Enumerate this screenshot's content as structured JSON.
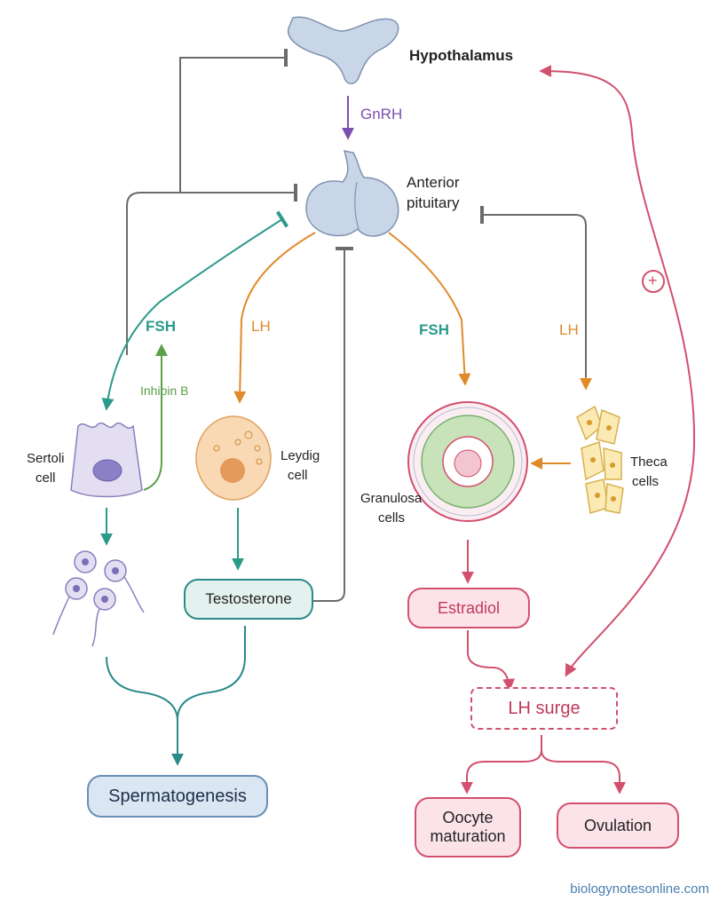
{
  "labels": {
    "hypothalamus": "Hypothalamus",
    "anterior_pituitary_line1": "Anterior",
    "anterior_pituitary_line2": "pituitary",
    "sertoli_line1": "Sertoli",
    "sertoli_line2": "cell",
    "leydig_line1": "Leydig",
    "leydig_line2": "cell",
    "granulosa_line1": "Granulosa",
    "granulosa_line2": "cells",
    "theca_line1": "Theca",
    "theca_line2": "cells"
  },
  "hormones": {
    "gnrh": "GnRH",
    "fsh_male": "FSH",
    "lh_male": "LH",
    "inhibin_b": "Inhibin B",
    "fsh_female": "FSH",
    "lh_female": "LH",
    "positive_feedback": "+"
  },
  "boxes": {
    "testosterone": "Testosterone",
    "spermatogenesis": "Spermatogenesis",
    "estradiol": "Estradiol",
    "lh_surge": "LH surge",
    "oocyte_line1": "Oocyte",
    "oocyte_line2": "maturation",
    "ovulation": "Ovulation"
  },
  "watermark": "biologynotesonline.com",
  "colors": {
    "gnrh": "#7b4fb0",
    "fsh_male": "#2a9a8a",
    "lh": "#e08a2a",
    "inhibin": "#5aa04a",
    "fsh_female": "#2a9a8a",
    "negative_feedback": "#6b6b6b",
    "female_path": "#d2506e",
    "spermatogenesis_path": "#2a8a8a"
  }
}
